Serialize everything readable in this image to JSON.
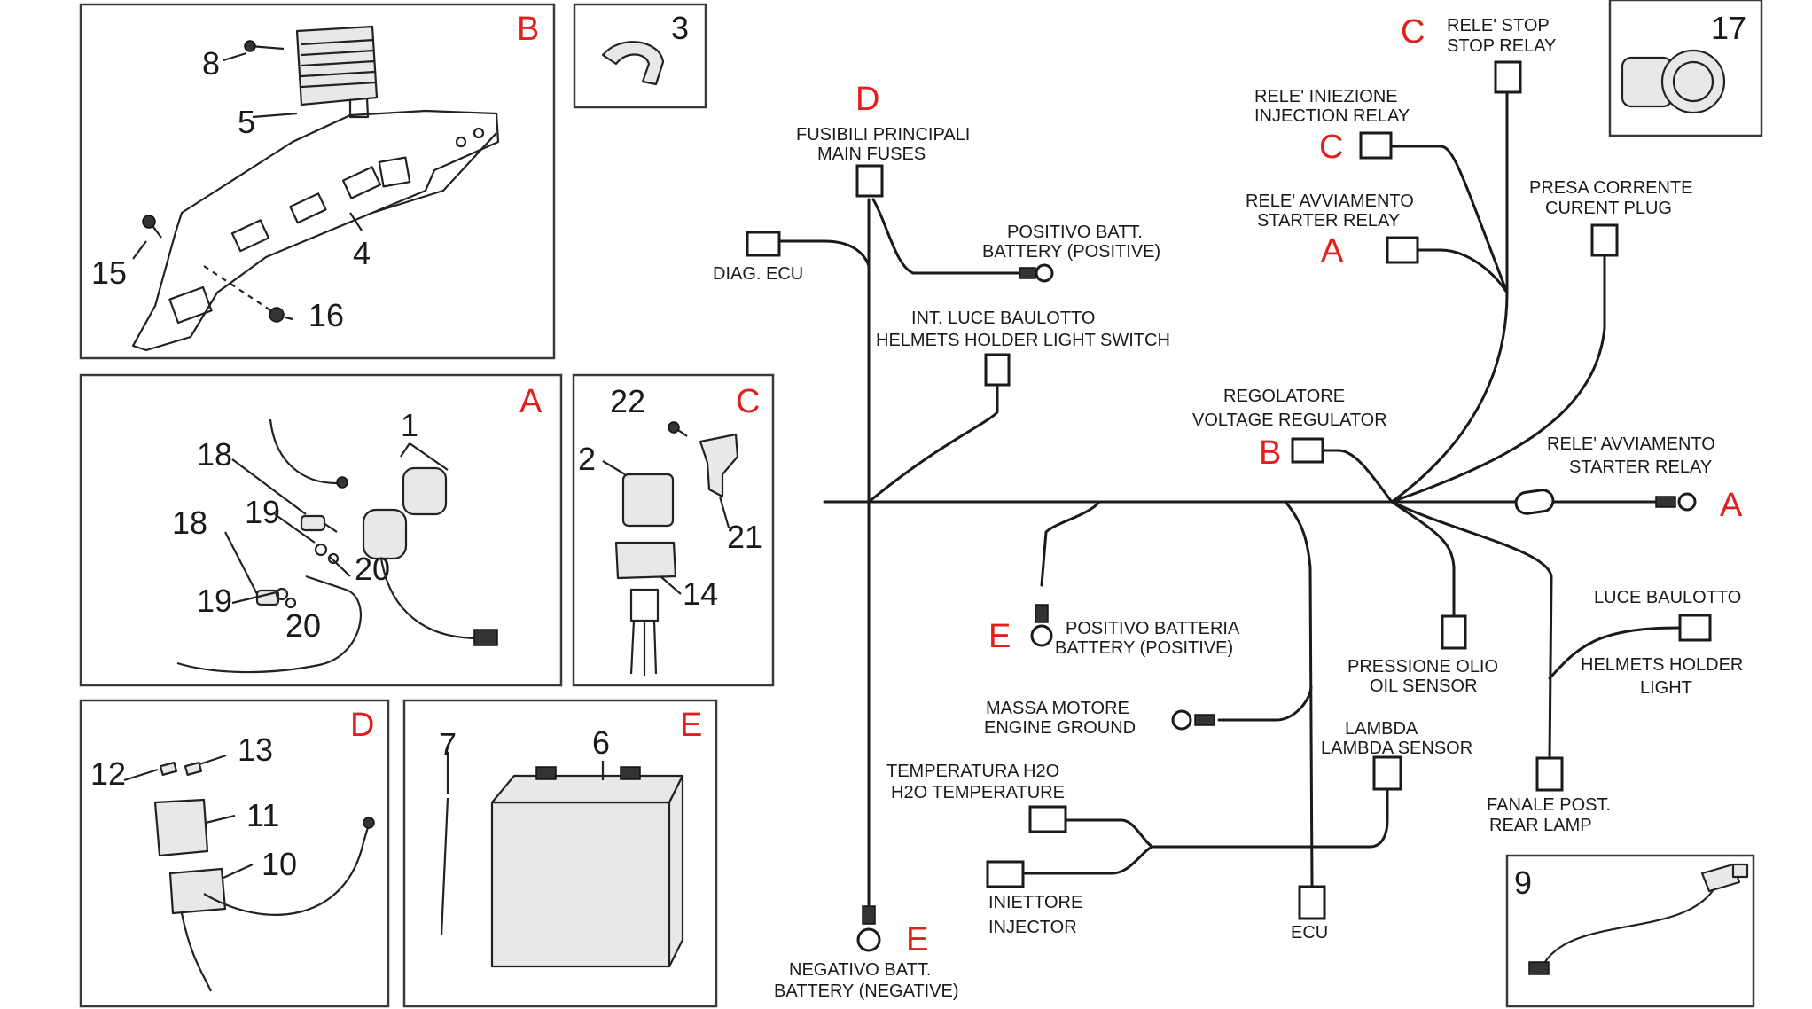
{
  "colors": {
    "accent_red": "#e0201b",
    "line": "#1a1a1a"
  },
  "panels": {
    "B": {
      "letter": "B",
      "numbers": [
        "8",
        "5",
        "15",
        "4",
        "16"
      ]
    },
    "p3": {
      "number": "3"
    },
    "A": {
      "letter": "A",
      "numbers": [
        "1",
        "18",
        "19",
        "18",
        "20",
        "19",
        "20"
      ]
    },
    "C": {
      "letter": "C",
      "numbers": [
        "22",
        "2",
        "21",
        "14"
      ]
    },
    "D": {
      "letter": "D",
      "numbers": [
        "12",
        "13",
        "11",
        "10"
      ]
    },
    "E": {
      "letter": "E",
      "numbers": [
        "7",
        "6"
      ]
    },
    "p17": {
      "number": "17"
    },
    "p9": {
      "number": "9"
    }
  },
  "diagram": {
    "main_fuses": {
      "line1": "FUSIBILI PRINCIPALI",
      "line2": "MAIN FUSES",
      "tag": "D"
    },
    "diag_ecu": {
      "line1": "DIAG. ECU"
    },
    "battery_positive_top": {
      "line1": "POSITIVO BATT.",
      "line2": "BATTERY (POSITIVE)"
    },
    "helmet_switch": {
      "line1": "INT. LUCE BAULOTTO",
      "line2": "HELMETS HOLDER LIGHT SWITCH"
    },
    "stop_relay": {
      "line1": "RELE' STOP",
      "line2": "STOP RELAY",
      "tag": "C"
    },
    "injection_relay": {
      "line1": "RELE' INIEZIONE",
      "line2": "INJECTION RELAY",
      "tag": "C"
    },
    "starter_relay_top": {
      "line1": "RELE' AVVIAMENTO",
      "line2": "STARTER RELAY",
      "tag": "A"
    },
    "current_plug": {
      "line1": "PRESA CORRENTE",
      "line2": "CURENT PLUG"
    },
    "voltage_regulator": {
      "line1": "REGOLATORE",
      "line2": "VOLTAGE REGULATOR",
      "tag": "B"
    },
    "starter_relay_right": {
      "line1": "RELE' AVVIAMENTO",
      "line2": "STARTER RELAY",
      "tag": "A"
    },
    "battery_positive_mid": {
      "line1": "POSITIVO BATTERIA",
      "line2": "BATTERY (POSITIVE)",
      "tag": "E"
    },
    "oil_sensor": {
      "line1": "PRESSIONE OLIO",
      "line2": "OIL SENSOR"
    },
    "helmet_light": {
      "line1": "LUCE BAULOTTO",
      "line2": "HELMETS HOLDER",
      "line3": "LIGHT"
    },
    "engine_ground": {
      "line1": "MASSA MOTORE",
      "line2": "ENGINE GROUND"
    },
    "lambda": {
      "line1": "LAMBDA",
      "line2": "LAMBDA SENSOR"
    },
    "h2o_temp": {
      "line1": "TEMPERATURA H2O",
      "line2": "H2O TEMPERATURE"
    },
    "rear_lamp": {
      "line1": "FANALE POST.",
      "line2": "REAR LAMP"
    },
    "injector": {
      "line1": "INIETTORE",
      "line2": "INJECTOR"
    },
    "ecu": {
      "line1": "ECU"
    },
    "battery_negative": {
      "line1": "NEGATIVO BATT.",
      "line2": "BATTERY (NEGATIVE)",
      "tag": "E"
    }
  }
}
